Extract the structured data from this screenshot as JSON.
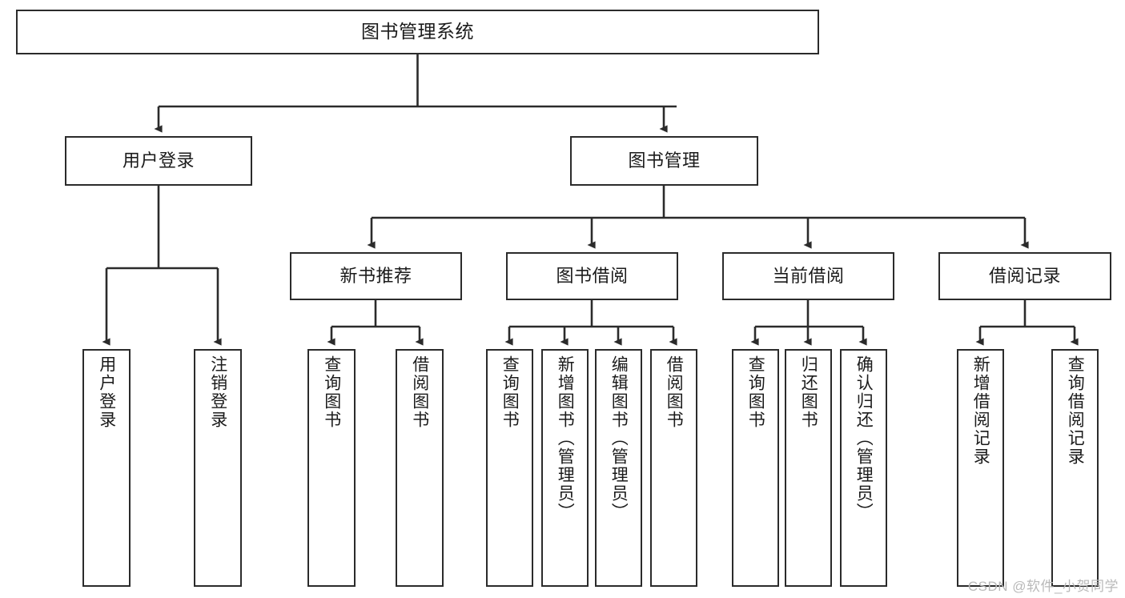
{
  "diagram": {
    "type": "hierarchy-tree",
    "title": "图书管理系统",
    "watermark": "CSDN @软件_小贺同学",
    "colors": {
      "background": "#ffffff",
      "node_border": "#2b2b2b",
      "node_fill": "#ffffff",
      "edge": "#2b2b2b",
      "text": "#1b1b1b",
      "watermark": "#b9b9b9"
    },
    "nodes": {
      "root": {
        "label": "图书管理系统"
      },
      "level2": [
        {
          "id": "user-login",
          "label": "用户登录"
        },
        {
          "id": "book-management",
          "label": "图书管理"
        }
      ],
      "level3": [
        {
          "id": "new-book-recommend",
          "label": "新书推荐"
        },
        {
          "id": "book-borrow",
          "label": "图书借阅"
        },
        {
          "id": "current-borrow",
          "label": "当前借阅"
        },
        {
          "id": "borrow-record",
          "label": "借阅记录"
        }
      ],
      "leaves": {
        "user-login": [
          {
            "id": "leaf-user-login",
            "label": "用户登录"
          },
          {
            "id": "leaf-logout-login",
            "label": "注销登录"
          }
        ],
        "new-book-recommend": [
          {
            "id": "leaf-query-book-1",
            "label": "查询图书"
          },
          {
            "id": "leaf-borrow-book-1",
            "label": "借阅图书"
          }
        ],
        "book-borrow": [
          {
            "id": "leaf-query-book-2",
            "label": "查询图书"
          },
          {
            "id": "leaf-add-book",
            "label": "新增图书（管理员）"
          },
          {
            "id": "leaf-edit-book",
            "label": "编辑图书（管理员）"
          },
          {
            "id": "leaf-borrow-book-2",
            "label": "借阅图书"
          }
        ],
        "current-borrow": [
          {
            "id": "leaf-query-book-3",
            "label": "查询图书"
          },
          {
            "id": "leaf-return-book",
            "label": "归还图书"
          },
          {
            "id": "leaf-confirm-return",
            "label": "确认归还（管理员）"
          }
        ],
        "borrow-record": [
          {
            "id": "leaf-add-record",
            "label": "新增借阅记录"
          },
          {
            "id": "leaf-query-record",
            "label": "查询借阅记录"
          }
        ]
      }
    }
  }
}
